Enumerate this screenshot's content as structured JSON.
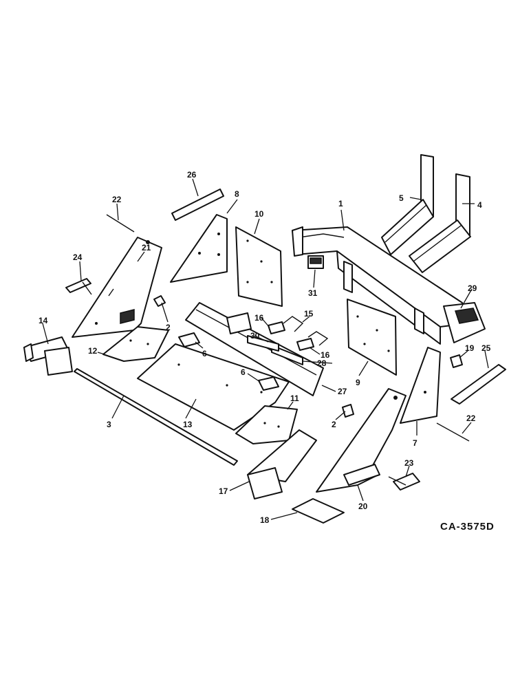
{
  "drawing": {
    "reference_code": "CA-3575D",
    "callouts": {
      "c1": "1",
      "c2a": "2",
      "c2b": "2",
      "c3": "3",
      "c4": "4",
      "c5": "5",
      "c6a": "6",
      "c6b": "6",
      "c7": "7",
      "c8": "8",
      "c9": "9",
      "c10": "10",
      "c11": "11",
      "c12": "12",
      "c13": "13",
      "c14": "14",
      "c15": "15",
      "c16a": "16",
      "c16b": "16",
      "c17": "17",
      "c18": "18",
      "c19": "19",
      "c20": "20",
      "c21": "21",
      "c22a": "22",
      "c22b": "22",
      "c23": "23",
      "c24": "24",
      "c25": "25",
      "c26": "26",
      "c27": "27",
      "c28": "28",
      "c29": "29",
      "c30": "30",
      "c31": "31"
    }
  }
}
